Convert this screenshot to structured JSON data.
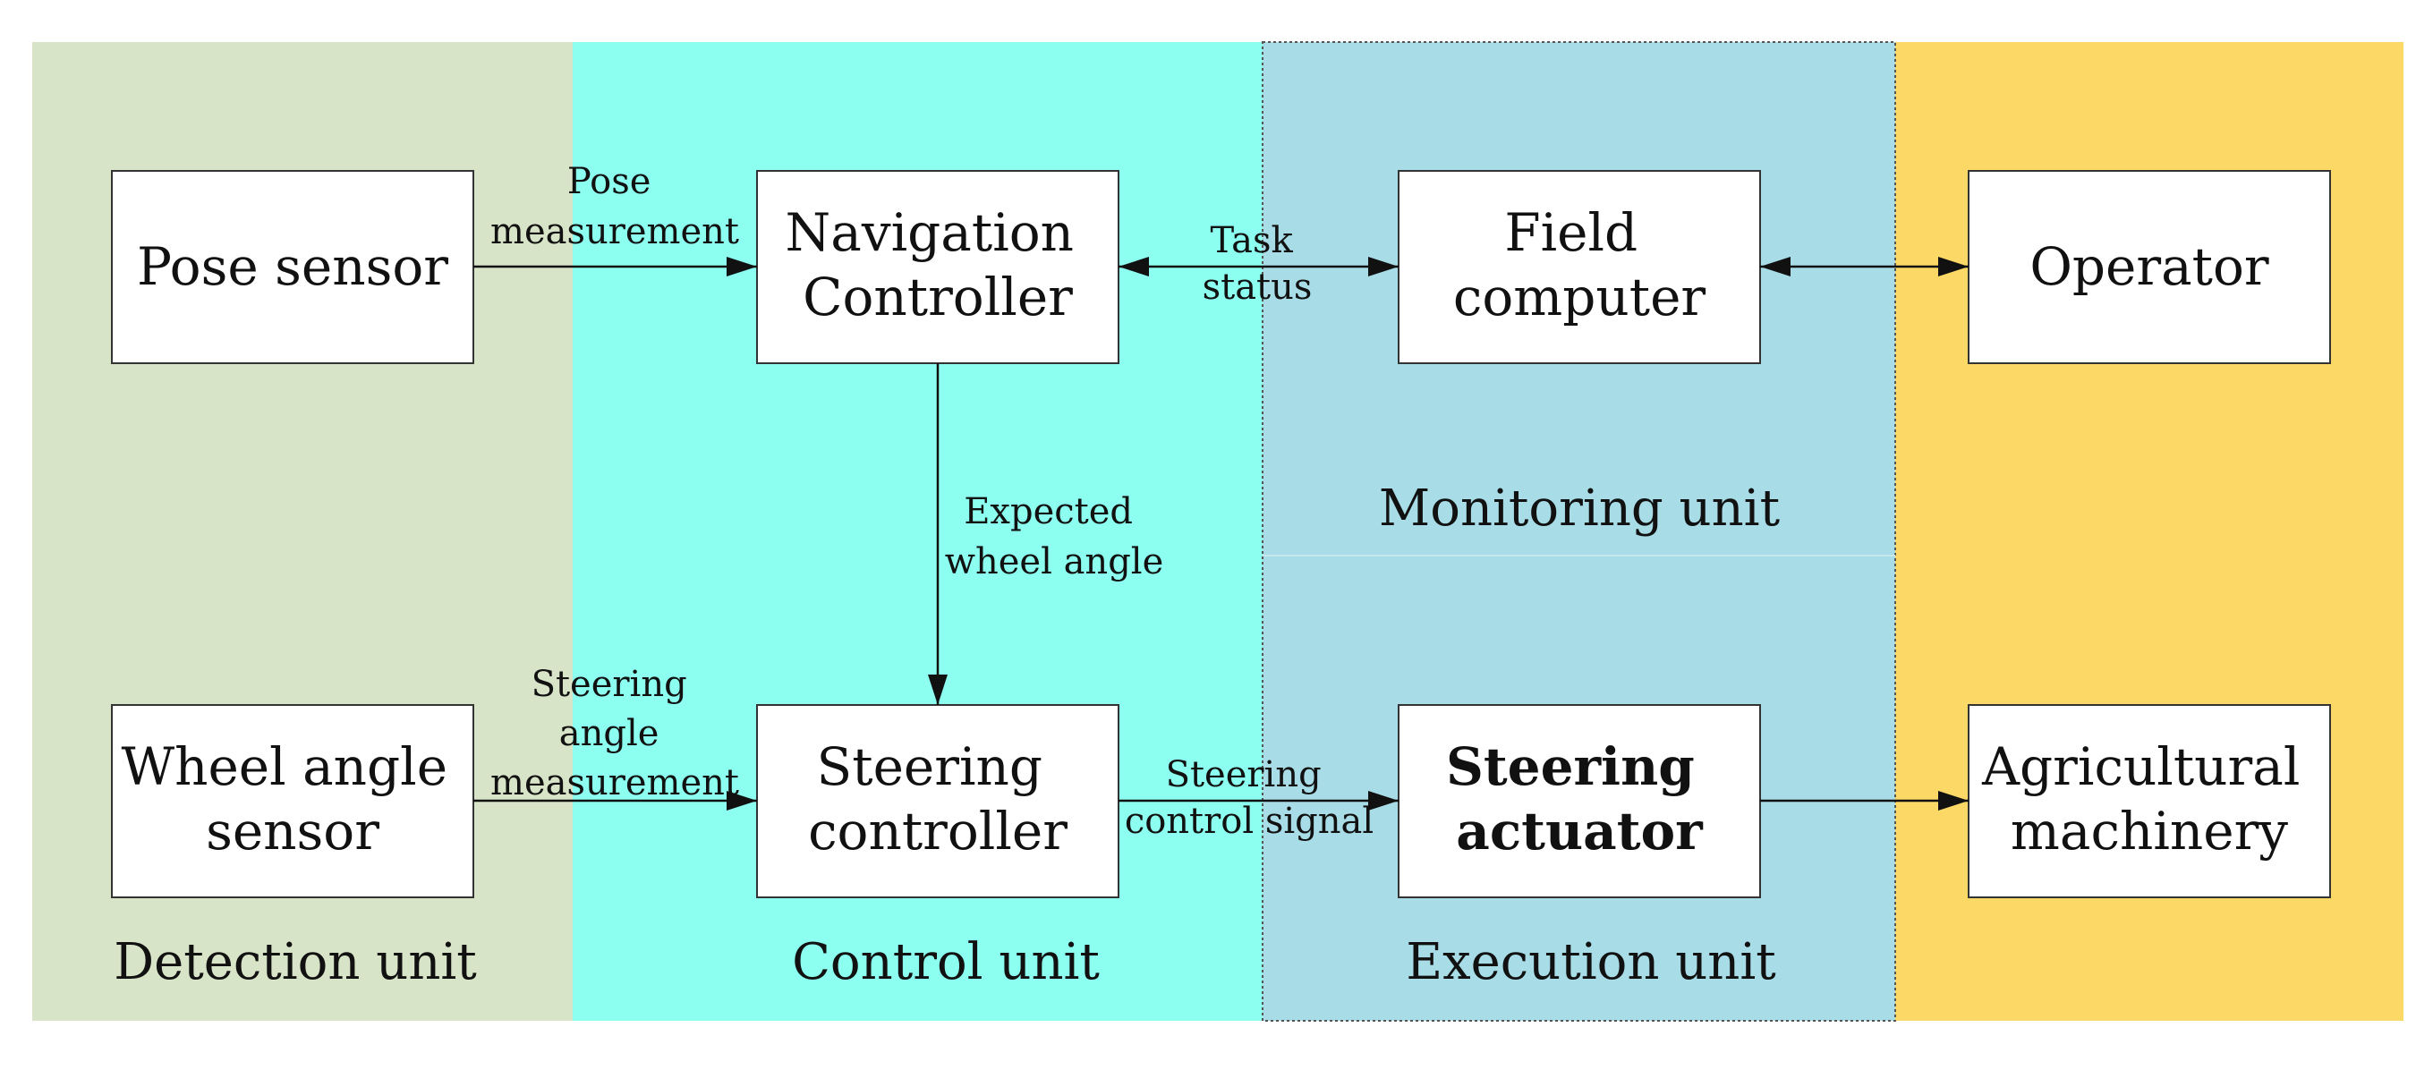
{
  "colors": {
    "detection_bg": "#d8e4c7",
    "control_bg": "#8cfff0",
    "monitor_exec_bg": "#a8dde8",
    "machine_bg": "#fcd866",
    "box_fill": "#ffffff",
    "box_stroke": "#333333",
    "line": "#111111",
    "emphasis_text": "#ff0000"
  },
  "units": {
    "detection": "Detection unit",
    "control": "Control unit",
    "monitoring": "Monitoring unit",
    "execution": "Execution unit"
  },
  "nodes": {
    "pose_sensor": [
      "Pose sensor"
    ],
    "navigation_controller": [
      "Navigation",
      "Controller"
    ],
    "field_computer": [
      "Field",
      "computer"
    ],
    "operator": [
      "Operator"
    ],
    "wheel_angle_sensor": [
      "Wheel angle",
      "sensor"
    ],
    "steering_controller": [
      "Steering",
      "controller"
    ],
    "steering_actuator": [
      "Steering",
      "actuator"
    ],
    "agricultural_machinery": [
      "Agricultural",
      "machinery"
    ]
  },
  "edges": {
    "pose_measurement": [
      "Pose",
      "measurement"
    ],
    "task_status": [
      "Task",
      "status"
    ],
    "expected_wheel_angle": [
      "Expected",
      "wheel angle"
    ],
    "steering_angle_measurement": [
      "Steering",
      "angle",
      "measurement"
    ],
    "steering_control_signal": [
      "Steering",
      "control signal"
    ]
  }
}
